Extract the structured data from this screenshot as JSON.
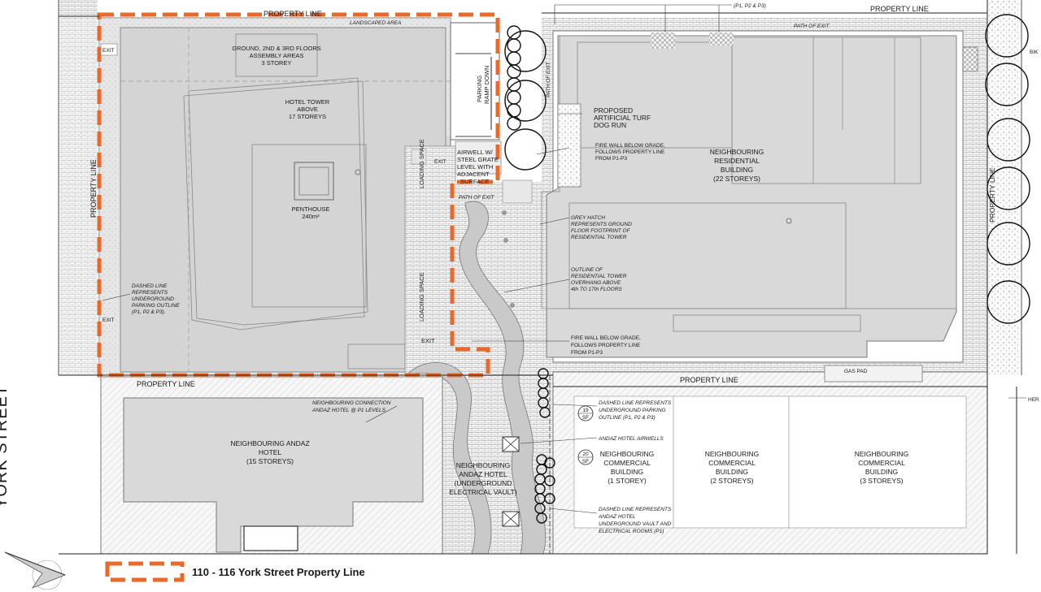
{
  "legend": {
    "label": "110 - 116 York Street Property Line",
    "color": "#E8692A"
  },
  "street": {
    "name": "YORK STREET"
  },
  "property_lines": {
    "top_left": "PROPERTY LINE",
    "top_right": "PROPERTY LINE",
    "left": "PROPERTY LINE",
    "bottom_left": "PROPERTY LINE",
    "middle_right": "PROPERTY LINE",
    "far_right": "PROPERTY LINE"
  },
  "site": {
    "landscaped_area": "LANDSCAPED AREA",
    "assembly": [
      "GROUND, 2ND & 3RD FLOORS",
      "ASSEMBLY AREAS",
      "3 STOREY"
    ],
    "tower": [
      "HOTEL TOWER",
      "ABOVE",
      "17 STOREYS"
    ],
    "penthouse": [
      "PENTHOUSE",
      "240m²"
    ],
    "ramp": [
      "PARKING",
      "RAMP DOWN"
    ],
    "airwell": [
      "AIRWELL W/",
      "STEEL GRATE",
      "LEVEL WITH",
      "ADJACENT",
      "SURFACE"
    ],
    "loading_space": "LOADING SPACE",
    "exits": [
      "EXIT",
      "EXIT",
      "EXIT",
      "EXIT"
    ],
    "path_of_exit_top": "PATH OF EXIT",
    "path_of_exit_vertical": "PATH OF EXIT",
    "path_of_exit_mid": "PATH OF EXIT",
    "dashed_note": [
      "DASHED LINE",
      "REPRESENTS",
      "UNDERGROUND",
      "PARKING OUTLINE",
      "(P1, P2 & P3)."
    ]
  },
  "annotations": {
    "dog_run": [
      "PROPOSED",
      "ARTIFICIAL TURF",
      "DOG RUN"
    ],
    "fire_wall_1": [
      "FIRE WALL BELOW GRADE,",
      "FOLLOWS PROPERTY LINE",
      "FROM P1-P3"
    ],
    "grey_hatch": [
      "GREY HATCH",
      "REPRESENTS GROUND",
      "FLOOR FOOTPRINT OF",
      "RESIDENTIAL TOWER"
    ],
    "outline": [
      "OUTLINE OF",
      "RESIDENTIAL TOWER",
      "OVERHANG ABOVE",
      "4th TO 17th FLOORS"
    ],
    "fire_wall_2": [
      "FIRE WALL BELOW GRADE,",
      "FOLLOWS PROPERTY LINE",
      "FROM P1-P3"
    ],
    "p_levels_top": "(P1, P2 & P3)",
    "andaz_connection": [
      "NEIGHBOURING CONNECTION",
      "ANDAZ HOTEL @ P1 LEVELS"
    ],
    "parking_outline": [
      "DASHED LINE REPRESENTS",
      "UNDERGROUND PARKING",
      "OUTLINE (P1, P2 & P3)"
    ],
    "airwells": "ANDAZ HOTEL AIRWELLS",
    "vault_note": [
      "DASHED LINE REPRESENTS",
      "ANDAZ HOTEL",
      "UNDERGROUND VAULT AND",
      "ELECTRICAL ROOMS (P1)"
    ],
    "gas_pad": "GAS PAD",
    "bike": "BIK",
    "her": "HER",
    "sf19": [
      "19",
      "SF"
    ],
    "sf20": [
      "20",
      "SF"
    ]
  },
  "buildings": {
    "residential": [
      "NEIGHBOURING",
      "RESIDENTIAL",
      "BUILDING",
      "(22 STOREYS)"
    ],
    "andaz_hotel": [
      "NEIGHBOURING ANDAZ",
      "HOTEL",
      "(15 STOREYS)"
    ],
    "vault": [
      "NEIGHBOURING",
      "ANDAZ HOTEL",
      "(UNDERGROUND",
      "ELECTRICAL VAULT)"
    ],
    "commercial_1": [
      "NEIGHBOURING",
      "COMMERCIAL",
      "BUILDING",
      "(1 STOREY)"
    ],
    "commercial_2": [
      "NEIGHBOURING",
      "COMMERCIAL",
      "BUILDING",
      "(2 STOREYS)"
    ],
    "commercial_3": [
      "NEIGHBOURING",
      "COMMERCIAL",
      "BUILDING",
      "(3 STOREYS)"
    ]
  }
}
